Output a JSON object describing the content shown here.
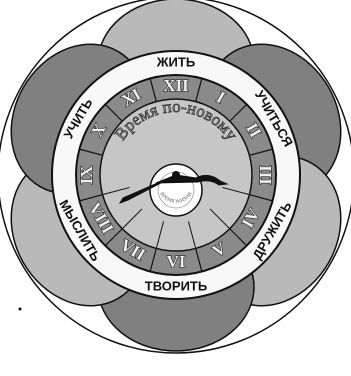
{
  "colors": {
    "background": "#ffffff",
    "outline": "#111111",
    "petal_dark": "#808080",
    "petal_light": "#b9b9b9",
    "word_ring": "#f8f8f8",
    "numeral_ring": "#8a8a8a",
    "inner_ring": "#c6c6c6",
    "hub": "#ffffff"
  },
  "outer_ring_words": [
    "ЖИТЬ",
    "УЧИТЬСЯ",
    "ДРУЖИТЬ",
    "ТВОРИТЬ",
    "МЫСЛИТЬ",
    "УЧИТЬ"
  ],
  "numerals": [
    "XII",
    "I",
    "II",
    "III",
    "IV",
    "V",
    "VI",
    "VII",
    "VIII",
    "IX",
    "X",
    "XI"
  ],
  "motto": "Время по-новому",
  "hub_label": "ВРЕМЯ ЖИЗНИ",
  "hands": [
    {
      "name": "hour-hand",
      "clock_value": "8"
    },
    {
      "name": "minute-hand",
      "clock_value": "15"
    }
  ]
}
